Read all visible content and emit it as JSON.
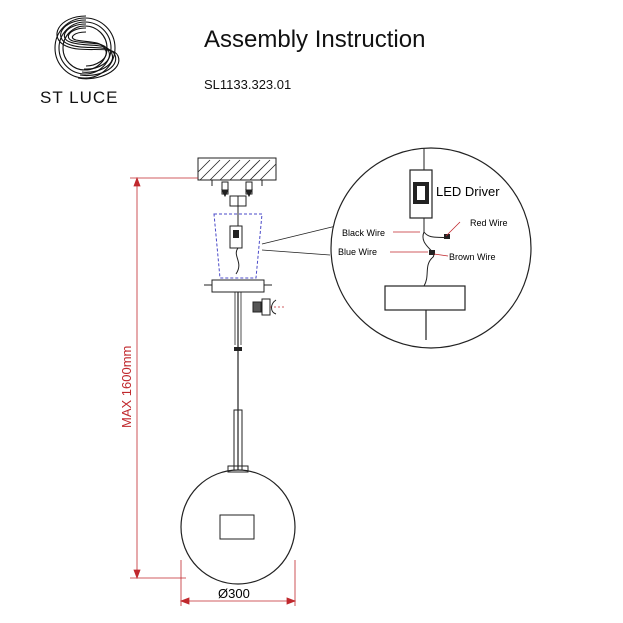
{
  "brand": {
    "name": "ST LUCE"
  },
  "header": {
    "title": "Assembly Instruction",
    "model_code": "SL1133.323.01"
  },
  "detail": {
    "driver_label": "LED Driver",
    "wires": {
      "black": "Black  Wire",
      "red": "Red Wire",
      "blue": "Blue  Wire",
      "brown": "Brown  Wire"
    }
  },
  "dimensions": {
    "height_label": "MAX 1600mm",
    "diameter_label": "Ø300"
  },
  "colors": {
    "dimension": "#c0282d",
    "line": "#222222",
    "dashed": "#4a4ac8"
  }
}
